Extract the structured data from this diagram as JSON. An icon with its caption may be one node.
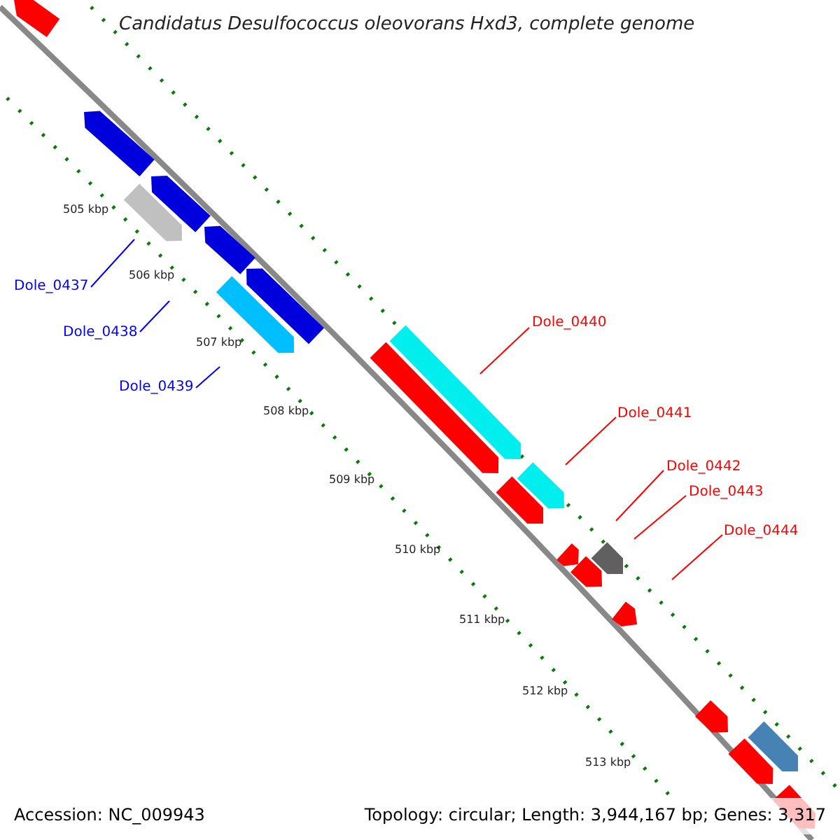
{
  "diagram": {
    "title": "Candidatus Desulfococcus oleovorans Hxd3, complete genome",
    "nodes": [
      {
        "text": [
          "Dole_0437"
        ]
      },
      {
        "text": [
          "Dole_0438"
        ]
      },
      {
        "text": [
          "Dole_0439"
        ]
      },
      {
        "text": [
          "Dole_0440"
        ]
      },
      {
        "text": [
          "Dole_0441"
        ]
      },
      {
        "text": [
          "Dole_0442"
        ]
      },
      {
        "text": [
          "Dole_0443"
        ]
      },
      {
        "text": [
          "Dole_0444"
        ]
      }
    ],
    "edges": [
      {
        "from": 0,
        "to": null,
        "arrow": "none",
        "color": "#0000ff"
      },
      {
        "from": 1,
        "to": null,
        "arrow": "none",
        "color": "#0000ff"
      },
      {
        "from": 2,
        "to": null,
        "arrow": "none",
        "color": "#0000ff"
      },
      {
        "from": 3,
        "to": null,
        "arrow": "none",
        "color": "#ff0000"
      },
      {
        "from": 4,
        "to": null,
        "arrow": "none",
        "color": "#ff0000"
      },
      {
        "from": 5,
        "to": null,
        "arrow": "none",
        "color": "#ff0000"
      },
      {
        "from": 6,
        "to": null,
        "arrow": "none",
        "color": "#ff0000"
      },
      {
        "from": 7,
        "to": null,
        "arrow": "none",
        "color": "#ff0000"
      }
    ],
    "labels": [
      "505 kbp",
      "506 kbp",
      "507 kbp",
      "508 kbp",
      "509 kbp",
      "510 kbp",
      "511 kbp",
      "512 kbp",
      "513 kbp",
      "Accession: NC_009943",
      "Topology: circular; Length: 3,944,167 bp; Genes: 3,317"
    ]
  }
}
